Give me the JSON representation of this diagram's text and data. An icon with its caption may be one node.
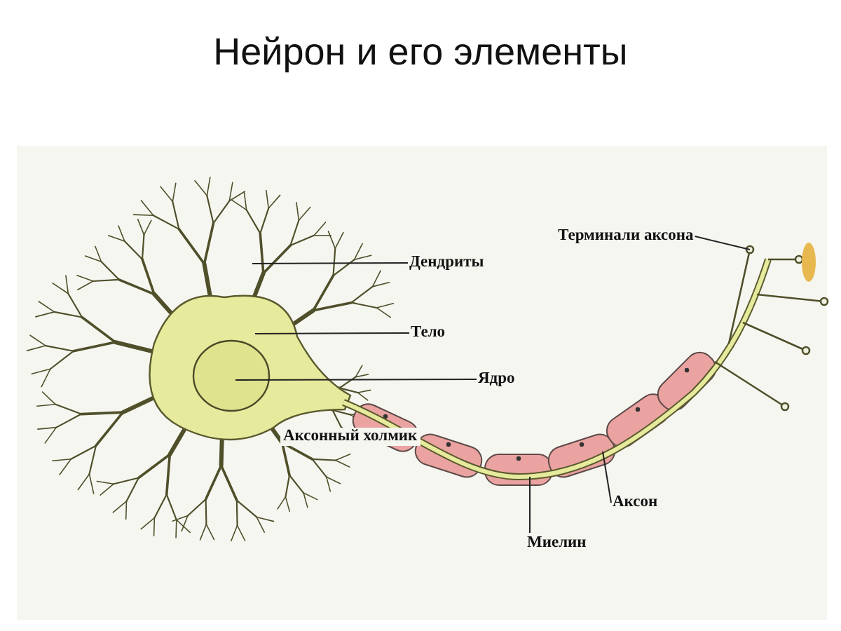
{
  "diagram": {
    "title": "Нейрон и его элементы",
    "nodes": [
      {
        "text": [
          "Дендриты"
        ]
      },
      {
        "text": [
          "Тело"
        ]
      },
      {
        "text": [
          "Ядро"
        ]
      },
      {
        "text": [
          "Терминали аксона"
        ]
      },
      {
        "text": [
          "Аксон"
        ]
      },
      {
        "text": [
          "Миелин"
        ]
      }
    ],
    "edges": [
      {
        "from": 0,
        "to": null,
        "arrow": "none"
      },
      {
        "from": 1,
        "to": null,
        "arrow": "none"
      },
      {
        "from": 2,
        "to": null,
        "arrow": "none"
      },
      {
        "from": 3,
        "to": null,
        "arrow": "none"
      },
      {
        "from": 4,
        "to": null,
        "arrow": "none"
      },
      {
        "from": 5,
        "to": null,
        "arrow": "none"
      }
    ],
    "labels": [
      "Аксонный холмик"
    ]
  }
}
